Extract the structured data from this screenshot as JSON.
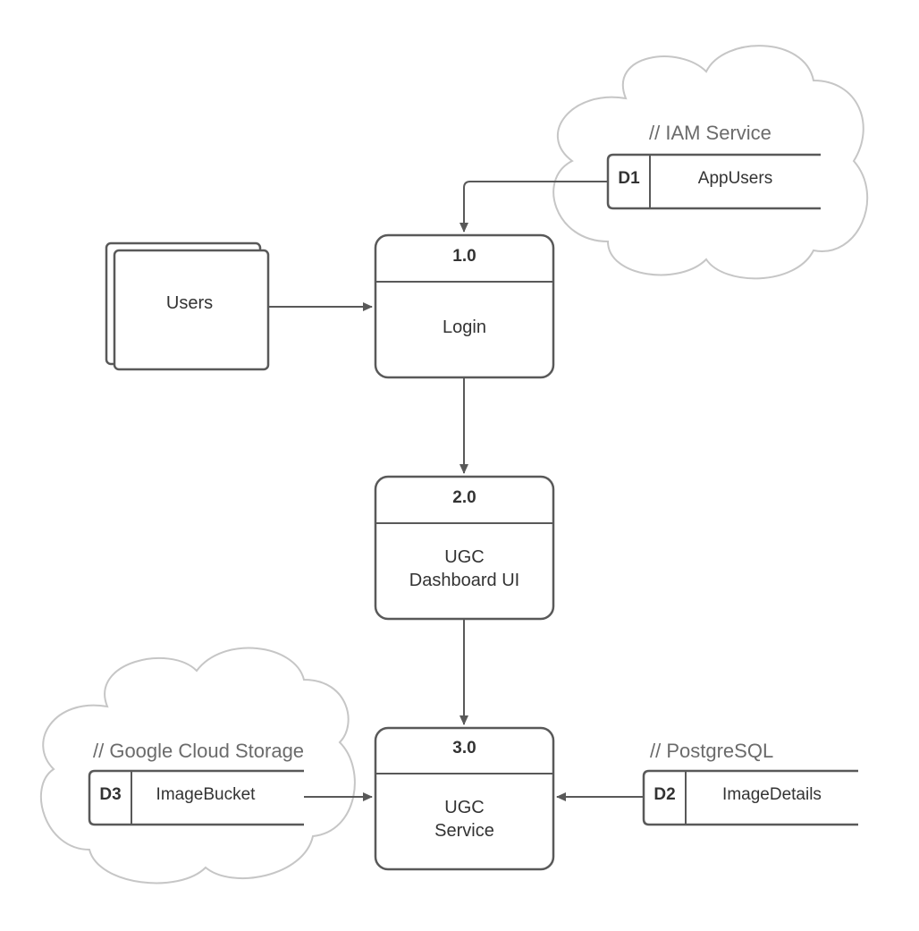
{
  "colors": {
    "stroke": "#595959",
    "cloud_stroke": "#c6c6c6",
    "text": "#333333",
    "cloud_text": "#6b6b6b"
  },
  "external_entity": {
    "label": "Users"
  },
  "processes": [
    {
      "id": "1.0",
      "name_lines": [
        "Login"
      ]
    },
    {
      "id": "2.0",
      "name_lines": [
        "UGC",
        "Dashboard UI"
      ]
    },
    {
      "id": "3.0",
      "name_lines": [
        "UGC",
        "Service"
      ]
    }
  ],
  "data_stores": [
    {
      "id": "D1",
      "name": "AppUsers"
    },
    {
      "id": "D2",
      "name": "ImageDetails"
    },
    {
      "id": "D3",
      "name": "ImageBucket"
    }
  ],
  "clouds": [
    {
      "label": "// IAM Service"
    },
    {
      "label": "// Google Cloud Storage"
    },
    {
      "label": "// PostgreSQL"
    }
  ]
}
